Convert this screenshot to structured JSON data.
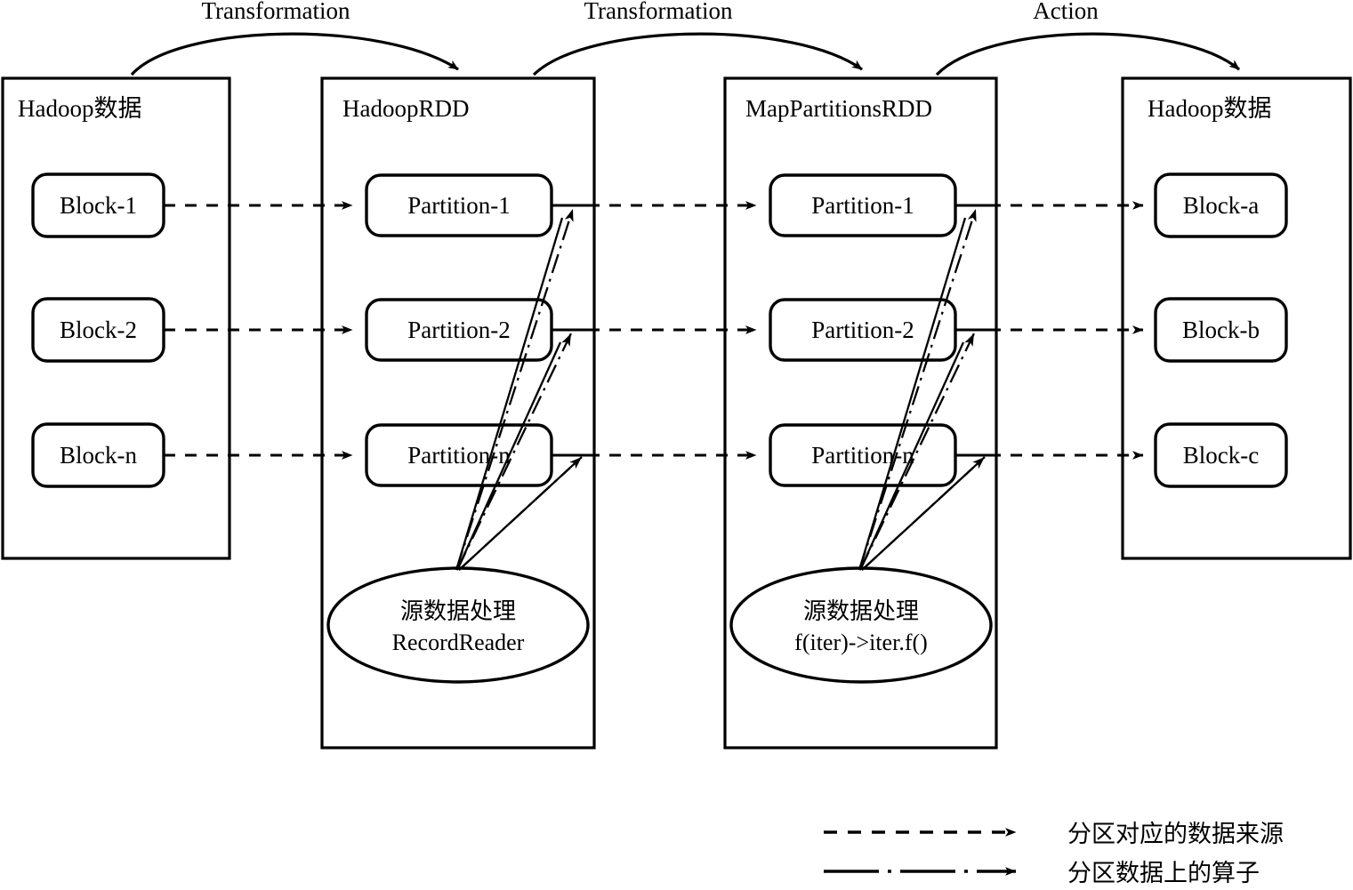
{
  "diagram": {
    "title": "Spark RDD lineage: Hadoop data to HadoopRDD to MapPartitionsRDD to Hadoop data",
    "arc_labels": [
      {
        "id": "arc-1",
        "text": "Transformation"
      },
      {
        "id": "arc-2",
        "text": "Transformation"
      },
      {
        "id": "arc-3",
        "text": "Action"
      }
    ],
    "panels": [
      {
        "id": "panel-hadoop-source",
        "title": "Hadoop数据",
        "nodes": [
          {
            "label": "Block-1"
          },
          {
            "label": "Block-2"
          },
          {
            "label": "Block-n"
          }
        ],
        "ellipse": null
      },
      {
        "id": "panel-hadooprdd",
        "title": "HadoopRDD",
        "nodes": [
          {
            "label": "Partition-1"
          },
          {
            "label": "Partition-2"
          },
          {
            "label": "Partition-n"
          }
        ],
        "ellipse": {
          "line1": "源数据处理",
          "line2": "RecordReader"
        }
      },
      {
        "id": "panel-mappartitionsrdd",
        "title": "MapPartitionsRDD",
        "nodes": [
          {
            "label": "Partition-1"
          },
          {
            "label": "Partition-2"
          },
          {
            "label": "Partition-n"
          }
        ],
        "ellipse": {
          "line1": "源数据处理",
          "line2": "f(iter)->iter.f()"
        }
      },
      {
        "id": "panel-hadoop-sink",
        "title": "Hadoop数据",
        "nodes": [
          {
            "label": "Block-a"
          },
          {
            "label": "Block-b"
          },
          {
            "label": "Block-c"
          }
        ],
        "ellipse": null
      }
    ],
    "legend": [
      {
        "id": "legend-dashed",
        "style": "dashed-arrow",
        "text": "分区对应的数据来源"
      },
      {
        "id": "legend-dashdot",
        "style": "dashdot-arrow",
        "text": "分区数据上的算子"
      }
    ],
    "colors": {
      "stroke": "#000000",
      "fill": "#ffffff",
      "text": "#000000"
    }
  }
}
